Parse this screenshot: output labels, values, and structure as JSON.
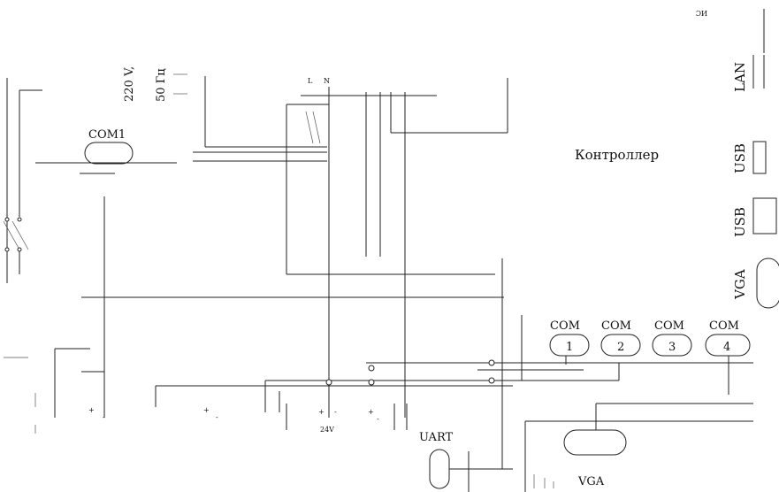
{
  "labels": {
    "mains": "220 V,",
    "freq": "50 Гц",
    "phase": "L",
    "neutral": "N",
    "com_main": "COM1",
    "controller": "Контроллер",
    "lan": "LAN",
    "usb1": "USB",
    "usb2": "USB",
    "vga_side": "VGA",
    "com1": "COM",
    "com1_num": "1",
    "com2": "COM",
    "com2_num": "2",
    "com3": "COM",
    "com3_num": "3",
    "com4": "COM",
    "com4_num": "4",
    "vga_bottom": "VGA",
    "uart": "UART",
    "v24": "24V",
    "plus": "+",
    "minus": "-",
    "top_right": "ИС"
  }
}
